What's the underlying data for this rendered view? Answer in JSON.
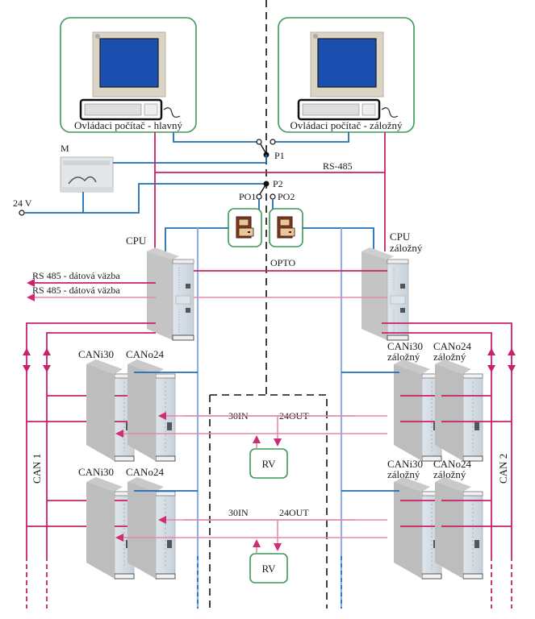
{
  "diagram": {
    "title": "Redundant control system wiring",
    "colors": {
      "can_bus": "#c8206a",
      "io_link": "#e08ab0",
      "power_control": "#1f6db5",
      "backplane": "#8fb0e0",
      "box_border": "#3a9a5a",
      "boundary": "#111111"
    },
    "computers": {
      "main": {
        "label": "Ovládaci počítač - hlavný",
        "icon": "desktop-computer-icon"
      },
      "backup": {
        "label": "Ovládaci počítač - záložný",
        "icon": "desktop-computer-icon"
      }
    },
    "switches": {
      "p1": "P1",
      "p2": "P2",
      "po1": "PO1",
      "po2": "PO2"
    },
    "monitor_module": {
      "label": "M",
      "icon": "module-box-icon"
    },
    "power": {
      "label": "24 V"
    },
    "bus_labels": {
      "rs485": "RS-485",
      "opto": "OPTO",
      "rs485_data_1": "RS 485 - dátová väzba",
      "rs485_data_2": "RS 485 - dátová väzba",
      "can1": "CAN 1",
      "can2": "CAN 2"
    },
    "cpu": {
      "main": {
        "label": "CPU"
      },
      "backup": {
        "label": "CPU",
        "sub": "záložný"
      }
    },
    "power_supplies": [
      {
        "name": "PO1",
        "icon": "power-supply-icon"
      },
      {
        "name": "PO2",
        "icon": "power-supply-icon"
      }
    ],
    "io_rows": [
      {
        "left": {
          "in": "CANi30",
          "out": "CANo24"
        },
        "right": {
          "in": "CANi30",
          "out": "CANo24",
          "in_sub": "záložný",
          "out_sub": "záložný"
        },
        "relay": {
          "in_label": "30IN",
          "out_label": "24OUT",
          "box": "RV"
        }
      },
      {
        "left": {
          "in": "CANi30",
          "out": "CANo24"
        },
        "right": {
          "in": "CANi30",
          "out": "CANo24",
          "in_sub": "záložný",
          "out_sub": "záložný"
        },
        "relay": {
          "in_label": "30IN",
          "out_label": "24OUT",
          "box": "RV"
        }
      }
    ]
  }
}
